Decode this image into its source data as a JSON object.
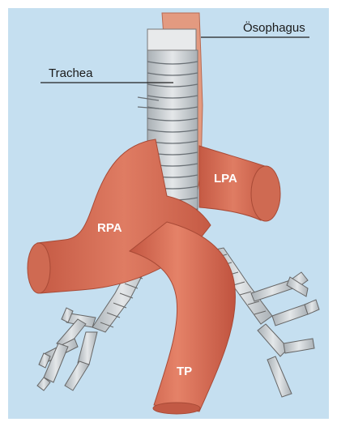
{
  "labels": {
    "oesophagus": "Ösophagus",
    "trachea": "Trachea",
    "lpa": "LPA",
    "rpa": "RPA",
    "tp": "TP"
  },
  "colors": {
    "background": "#c5dff0",
    "artery": "#d9705a",
    "artery_dark": "#b8513c",
    "oesophagus": "#e39a80",
    "cartilage": "#d5d9dc",
    "outline": "#555555"
  }
}
